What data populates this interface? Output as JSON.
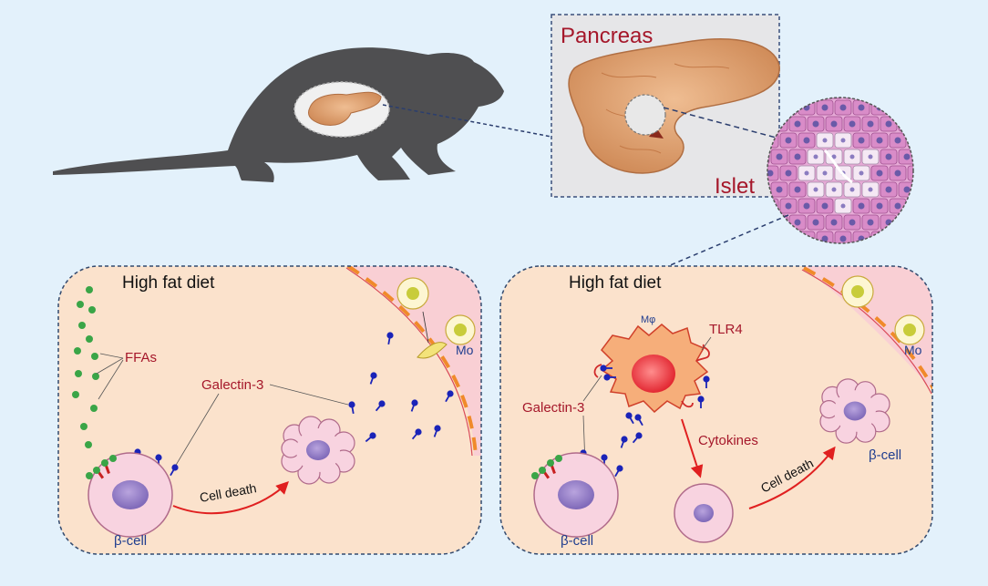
{
  "top": {
    "pancreas_label": "Pancreas",
    "islet_label": "Islet"
  },
  "left_panel": {
    "title": "High fat diet",
    "ffas_label": "FFAs",
    "galectin_label": "Galectin-3",
    "cell_death_label": "Cell death",
    "beta_cell_label": "β-cell",
    "mo_label": "Mo"
  },
  "right_panel": {
    "title": "High fat diet",
    "macrophage_label": "Mφ",
    "tlr4_label": "TLR4",
    "galectin_label": "Galectin-3",
    "cytokines_label": "Cytokines",
    "cell_death_label": "Cell death",
    "beta_cell_label_bottom": "β-cell",
    "beta_cell_label_right": "β-cell",
    "mo_label": "Mo"
  },
  "colors": {
    "background": "#e3f1fb",
    "panel_fill": "#fbe2cc",
    "mouse": "#4f4f51",
    "label_red": "#a5172a",
    "label_blue": "#1f3d8f",
    "ffa_green": "#3aa547",
    "galectin_blue": "#1a23b8",
    "arrow_red": "#e02020"
  }
}
